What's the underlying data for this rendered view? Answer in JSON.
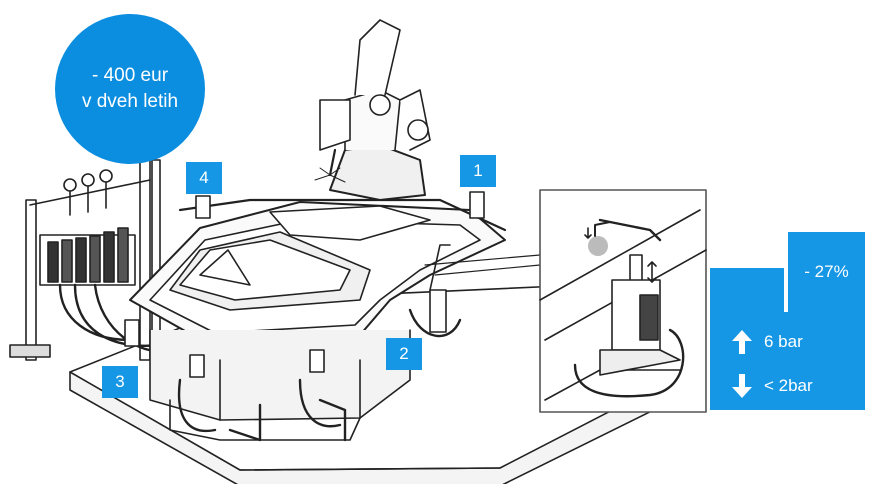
{
  "savings": {
    "line1": "- 400 eur",
    "line2": "v dveh letih"
  },
  "badges": {
    "b1": "1",
    "b2": "2",
    "b3": "3",
    "b4": "4"
  },
  "stats": {
    "percent": "- 27%",
    "pressure_high": "6 bar",
    "pressure_low": "< 2bar"
  },
  "colors": {
    "accent": "#1597e5",
    "circle": "#0c8ee0"
  },
  "icons": {
    "up": "arrow-up-icon",
    "down": "arrow-down-icon"
  }
}
